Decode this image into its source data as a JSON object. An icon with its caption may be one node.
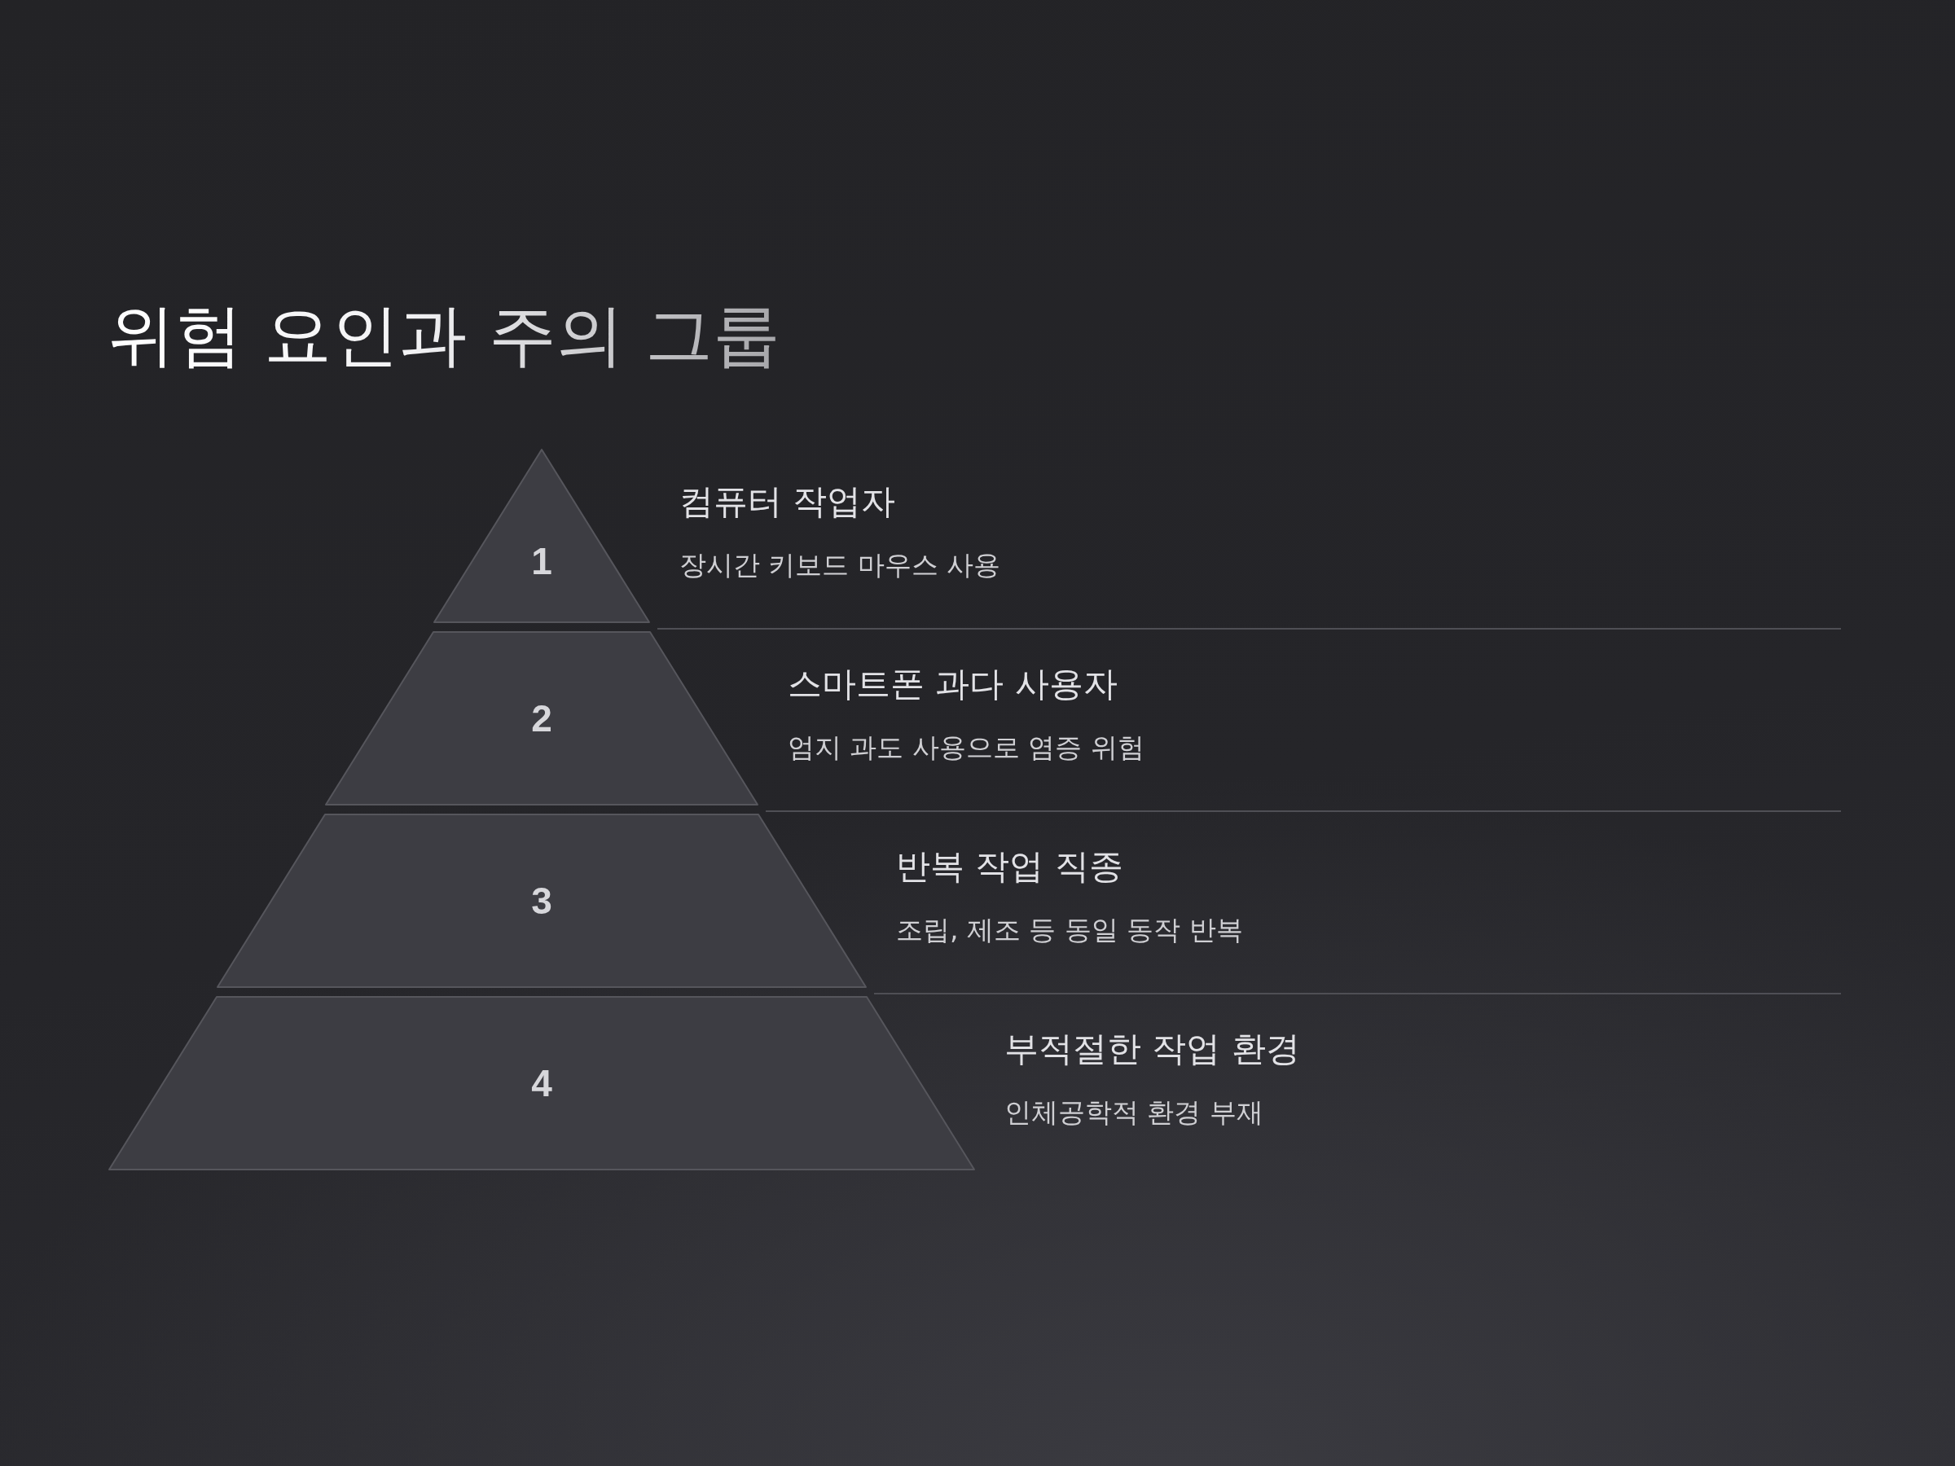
{
  "diagram": {
    "title": "위험 요인과 주의 그룹",
    "nodes": [
      {
        "text": [
          "1"
        ],
        "beside": [
          "컴퓨터 작업자",
          "장시간 키보드 마우스 사용"
        ]
      },
      {
        "text": [
          "2"
        ],
        "beside": [
          "스마트폰 과다 사용자",
          "엄지 과도 사용으로 염증 위험"
        ]
      },
      {
        "text": [
          "3"
        ],
        "beside": [
          "반복 작업 직종",
          "조립, 제조 등 동일 동작 반복"
        ]
      },
      {
        "text": [
          "4"
        ],
        "beside": [
          "부적절한 작업 환경",
          "인체공학적 환경 부재"
        ]
      }
    ]
  }
}
